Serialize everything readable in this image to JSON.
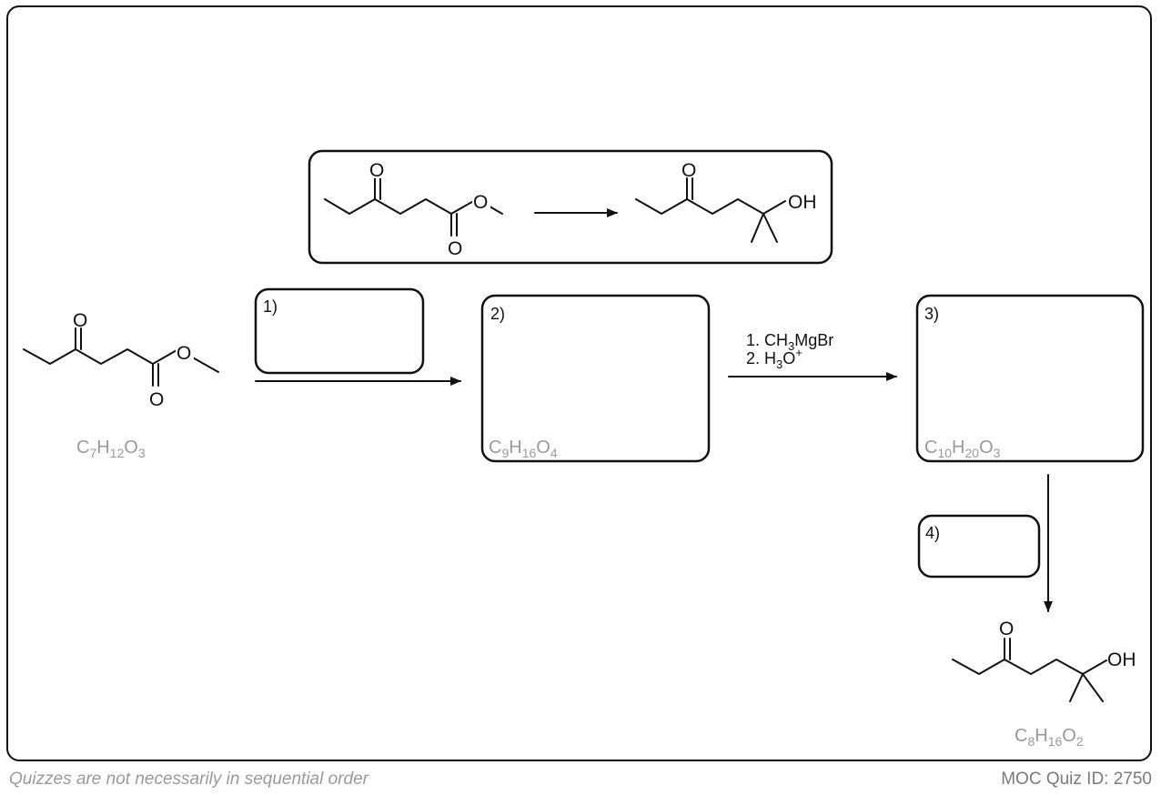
{
  "footer": {
    "note": "Quizzes are not necessarily in sequential order",
    "quiz_id": "MOC Quiz ID: 2750"
  },
  "atoms": {
    "O": "O",
    "OH": "OH"
  },
  "formulas": {
    "start": {
      "base": [
        "C",
        "H",
        "O"
      ],
      "subs": [
        "7",
        "12",
        "3"
      ]
    },
    "box2": {
      "base": [
        "C",
        "H",
        "O"
      ],
      "subs": [
        "9",
        "16",
        "4"
      ]
    },
    "box3": {
      "base": [
        "C",
        "H",
        "O"
      ],
      "subs": [
        "10",
        "20",
        "3"
      ]
    },
    "final": {
      "base": [
        "C",
        "H",
        "O"
      ],
      "subs": [
        "8",
        "16",
        "2"
      ]
    }
  },
  "steps": {
    "box1": "1)",
    "box2": "2)",
    "box3": "3)",
    "box4": "4)"
  },
  "reagents": {
    "line1": {
      "prefix": "1. CH",
      "sub": "3",
      "suffix": "MgBr"
    },
    "line2": {
      "prefix": "2. H",
      "sub": "3",
      "mid": "O",
      "sup": "+"
    }
  }
}
